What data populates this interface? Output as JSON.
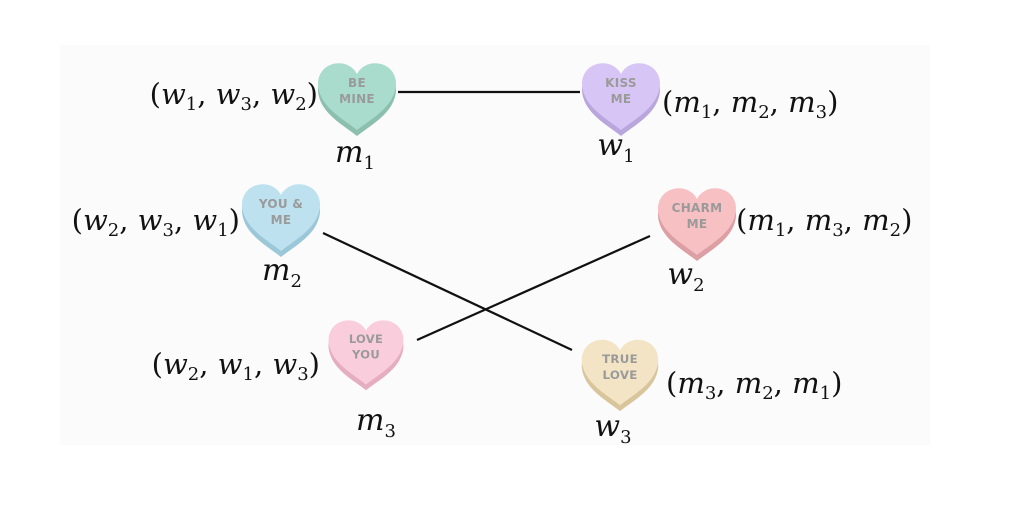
{
  "nodes": {
    "m1": {
      "message": [
        "BE",
        "MINE"
      ],
      "color": "#a9dccd",
      "shade": "#8dbfae",
      "name": "m",
      "sub": "1",
      "pref": [
        "w",
        "1",
        "w",
        "3",
        "w",
        "2"
      ]
    },
    "m2": {
      "message": [
        "YOU &",
        "ME"
      ],
      "color": "#bde1ee",
      "shade": "#9bc7d8",
      "name": "m",
      "sub": "2",
      "pref": [
        "w",
        "2",
        "w",
        "3",
        "w",
        "1"
      ]
    },
    "m3": {
      "message": [
        "LOVE",
        "YOU"
      ],
      "color": "#f9cddb",
      "shade": "#e5adc0",
      "name": "m",
      "sub": "3",
      "pref": [
        "w",
        "2",
        "w",
        "1",
        "w",
        "3"
      ]
    },
    "w1": {
      "message": [
        "KISS",
        "ME"
      ],
      "color": "#d7c6f5",
      "shade": "#b9a6dd",
      "name": "w",
      "sub": "1",
      "pref": [
        "m",
        "1",
        "m",
        "2",
        "m",
        "3"
      ]
    },
    "w2": {
      "message": [
        "CHARM",
        "ME"
      ],
      "color": "#f7c0c3",
      "shade": "#dc9fa3",
      "name": "w",
      "sub": "2",
      "pref": [
        "m",
        "1",
        "m",
        "3",
        "m",
        "2"
      ]
    },
    "w3": {
      "message": [
        "TRUE",
        "LOVE"
      ],
      "color": "#f2e4c4",
      "shade": "#d9c59c",
      "name": "w",
      "sub": "3",
      "pref": [
        "m",
        "3",
        "m",
        "2",
        "m",
        "1"
      ]
    }
  },
  "matching": [
    [
      "m1",
      "w1"
    ],
    [
      "m2",
      "w3"
    ],
    [
      "m3",
      "w2"
    ]
  ]
}
